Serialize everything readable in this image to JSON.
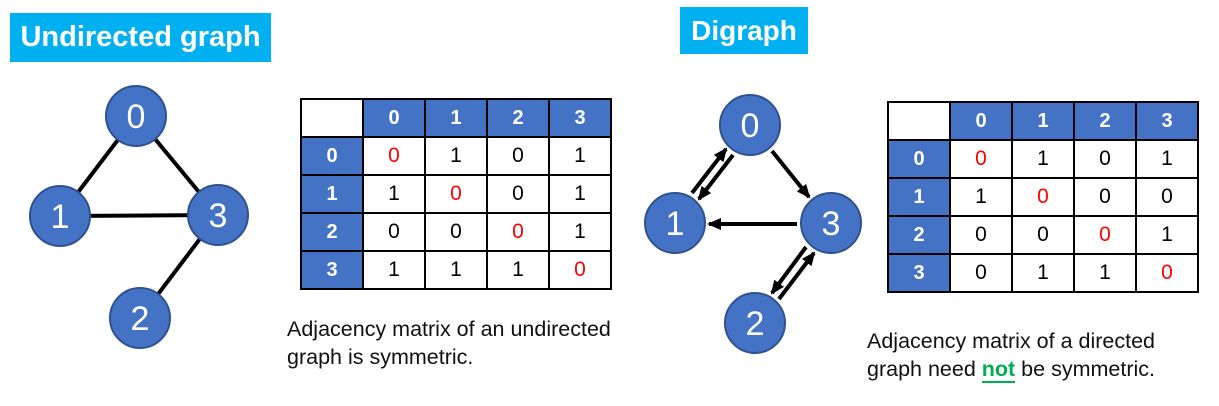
{
  "colors": {
    "title_bg": "#00B0F0",
    "node_fill": "#4472C4",
    "node_border": "#2F528F",
    "matrix_header_bg": "#4472C4",
    "diagonal_value_red": "#FF0000",
    "highlight_green": "#00B050"
  },
  "left": {
    "title": "Undirected graph",
    "graph": {
      "type": "undirected",
      "nodes": [
        {
          "label": "0"
        },
        {
          "label": "1"
        },
        {
          "label": "3"
        },
        {
          "label": "2"
        }
      ],
      "edges": [
        {
          "from": "0",
          "to": "1"
        },
        {
          "from": "0",
          "to": "3"
        },
        {
          "from": "1",
          "to": "3"
        },
        {
          "from": "3",
          "to": "2"
        }
      ]
    },
    "matrix": {
      "col_headers": [
        "0",
        "1",
        "2",
        "3"
      ],
      "row_headers": [
        "0",
        "1",
        "2",
        "3"
      ],
      "values": [
        [
          "0",
          "1",
          "0",
          "1"
        ],
        [
          "1",
          "0",
          "0",
          "1"
        ],
        [
          "0",
          "0",
          "0",
          "1"
        ],
        [
          "1",
          "1",
          "1",
          "0"
        ]
      ]
    },
    "caption": "Adjacency matrix of an undirected graph is symmetric."
  },
  "right": {
    "title": "Digraph",
    "graph": {
      "type": "directed",
      "nodes": [
        {
          "label": "0"
        },
        {
          "label": "1"
        },
        {
          "label": "3"
        },
        {
          "label": "2"
        }
      ],
      "edges": [
        {
          "from": "0",
          "to": "1"
        },
        {
          "from": "1",
          "to": "0"
        },
        {
          "from": "0",
          "to": "3"
        },
        {
          "from": "3",
          "to": "1"
        },
        {
          "from": "3",
          "to": "2"
        },
        {
          "from": "2",
          "to": "3"
        }
      ]
    },
    "matrix": {
      "col_headers": [
        "0",
        "1",
        "2",
        "3"
      ],
      "row_headers": [
        "0",
        "1",
        "2",
        "3"
      ],
      "values": [
        [
          "0",
          "1",
          "0",
          "1"
        ],
        [
          "1",
          "0",
          "0",
          "0"
        ],
        [
          "0",
          "0",
          "0",
          "1"
        ],
        [
          "0",
          "1",
          "1",
          "0"
        ]
      ]
    },
    "caption_before": "Adjacency matrix of a directed graph need ",
    "caption_highlight": "not",
    "caption_after": " be symmetric."
  }
}
